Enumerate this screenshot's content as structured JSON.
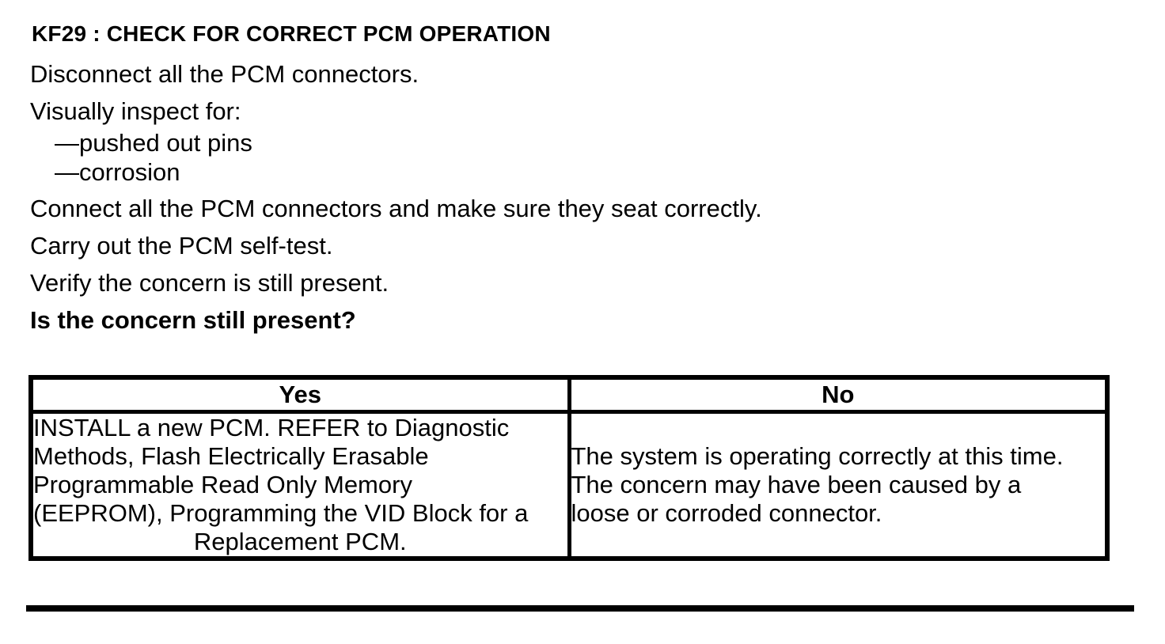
{
  "colors": {
    "text": "#000000",
    "background": "#ffffff",
    "table_border": "#000000",
    "rule": "#000000"
  },
  "procedure": {
    "title": "KF29 : CHECK FOR CORRECT PCM OPERATION",
    "steps": {
      "disconnect": "Disconnect all the PCM connectors.",
      "inspect_intro": "Visually inspect for:",
      "inspect_items": [
        "—pushed out pins",
        "—corrosion"
      ],
      "connect": "Connect all the PCM connectors and make sure they seat correctly.",
      "self_test": "Carry out the PCM self-test.",
      "verify": "Verify the concern is still present.",
      "question": "Is the concern still present?"
    },
    "results_table": {
      "yes_header": "Yes",
      "no_header": "No",
      "yes_lines": [
        "INSTALL a new PCM. REFER to Diagnostic",
        "Methods, Flash Electrically Erasable",
        "Programmable Read Only Memory",
        "(EEPROM), Programming the VID Block for a",
        "Replacement PCM."
      ],
      "no_lines": [
        "The system is operating correctly at this time.",
        "The concern may have been caused by a",
        "loose or corroded connector."
      ]
    }
  }
}
